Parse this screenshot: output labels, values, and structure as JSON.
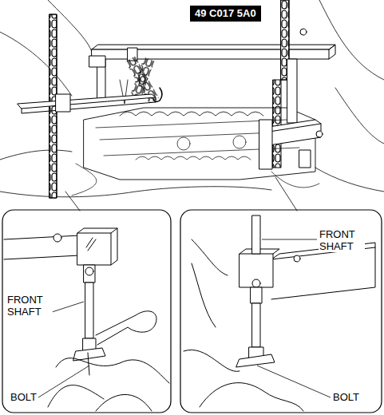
{
  "diagram": {
    "nodes": [
      {
        "text": [
          "49 C017 5A0"
        ]
      }
    ],
    "labels": [
      "FRONT SHAFT",
      "BOLT",
      "FRONT SHAFT",
      "BOLT"
    ]
  }
}
